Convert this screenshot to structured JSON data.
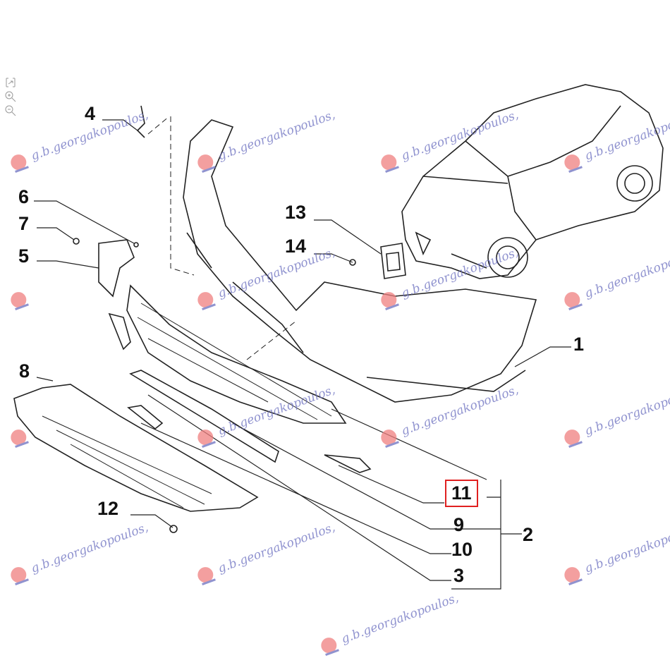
{
  "toolbar": {
    "icons": [
      "fit-icon",
      "zoom-in-icon",
      "zoom-out-icon"
    ]
  },
  "watermark": "g.b.georgakopoulos,",
  "colors": {
    "highlight": "#e02020",
    "watermark": "#6b6fc0",
    "line": "#222222"
  },
  "callouts": [
    {
      "id": "4",
      "label": "4"
    },
    {
      "id": "6",
      "label": "6"
    },
    {
      "id": "7",
      "label": "7"
    },
    {
      "id": "5",
      "label": "5"
    },
    {
      "id": "13",
      "label": "13"
    },
    {
      "id": "14",
      "label": "14"
    },
    {
      "id": "1",
      "label": "1"
    },
    {
      "id": "8",
      "label": "8"
    },
    {
      "id": "12",
      "label": "12"
    },
    {
      "id": "11",
      "label": "11",
      "highlighted": true
    },
    {
      "id": "9",
      "label": "9"
    },
    {
      "id": "10",
      "label": "10"
    },
    {
      "id": "2",
      "label": "2"
    },
    {
      "id": "3",
      "label": "3"
    }
  ]
}
